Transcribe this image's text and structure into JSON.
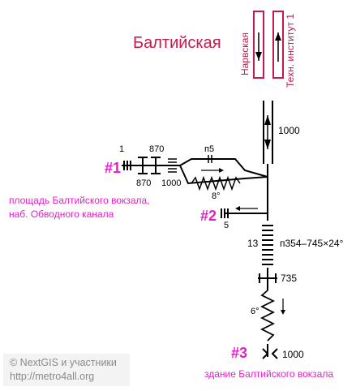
{
  "station": {
    "name": "Балтийская",
    "exits": [
      {
        "id": "#1",
        "description": "площадь Балтийского вокзала, наб. Обводного канала"
      },
      {
        "id": "#2",
        "description": ""
      },
      {
        "id": "#3",
        "description": "здание Балтийского вокзала"
      }
    ]
  },
  "passage": {
    "from_station": "Нарвская",
    "to_station": "Техн. институт 1",
    "escalators": [
      {
        "label": "1000"
      },
      {
        "label": "13",
        "detail": "п354–745×24°"
      },
      {
        "label": "735"
      },
      {
        "label": "1000"
      }
    ],
    "exit1_labels": {
      "top_left": "1",
      "top_mid": "870",
      "bottom_mid": "870",
      "bottom_right": "1000",
      "upper_branch": "п5",
      "slope": "8°"
    },
    "exit2_label": "5",
    "slope_lower": "6°"
  },
  "credits": {
    "line1": "© NextGIS и участники",
    "line2": "http://metro4all.org"
  },
  "colors": {
    "line": "#c8174a",
    "exit": "#e81cc9",
    "ink": "#000000",
    "muted": "#8a8a8a",
    "credit_bg": "#f3f3f3"
  }
}
